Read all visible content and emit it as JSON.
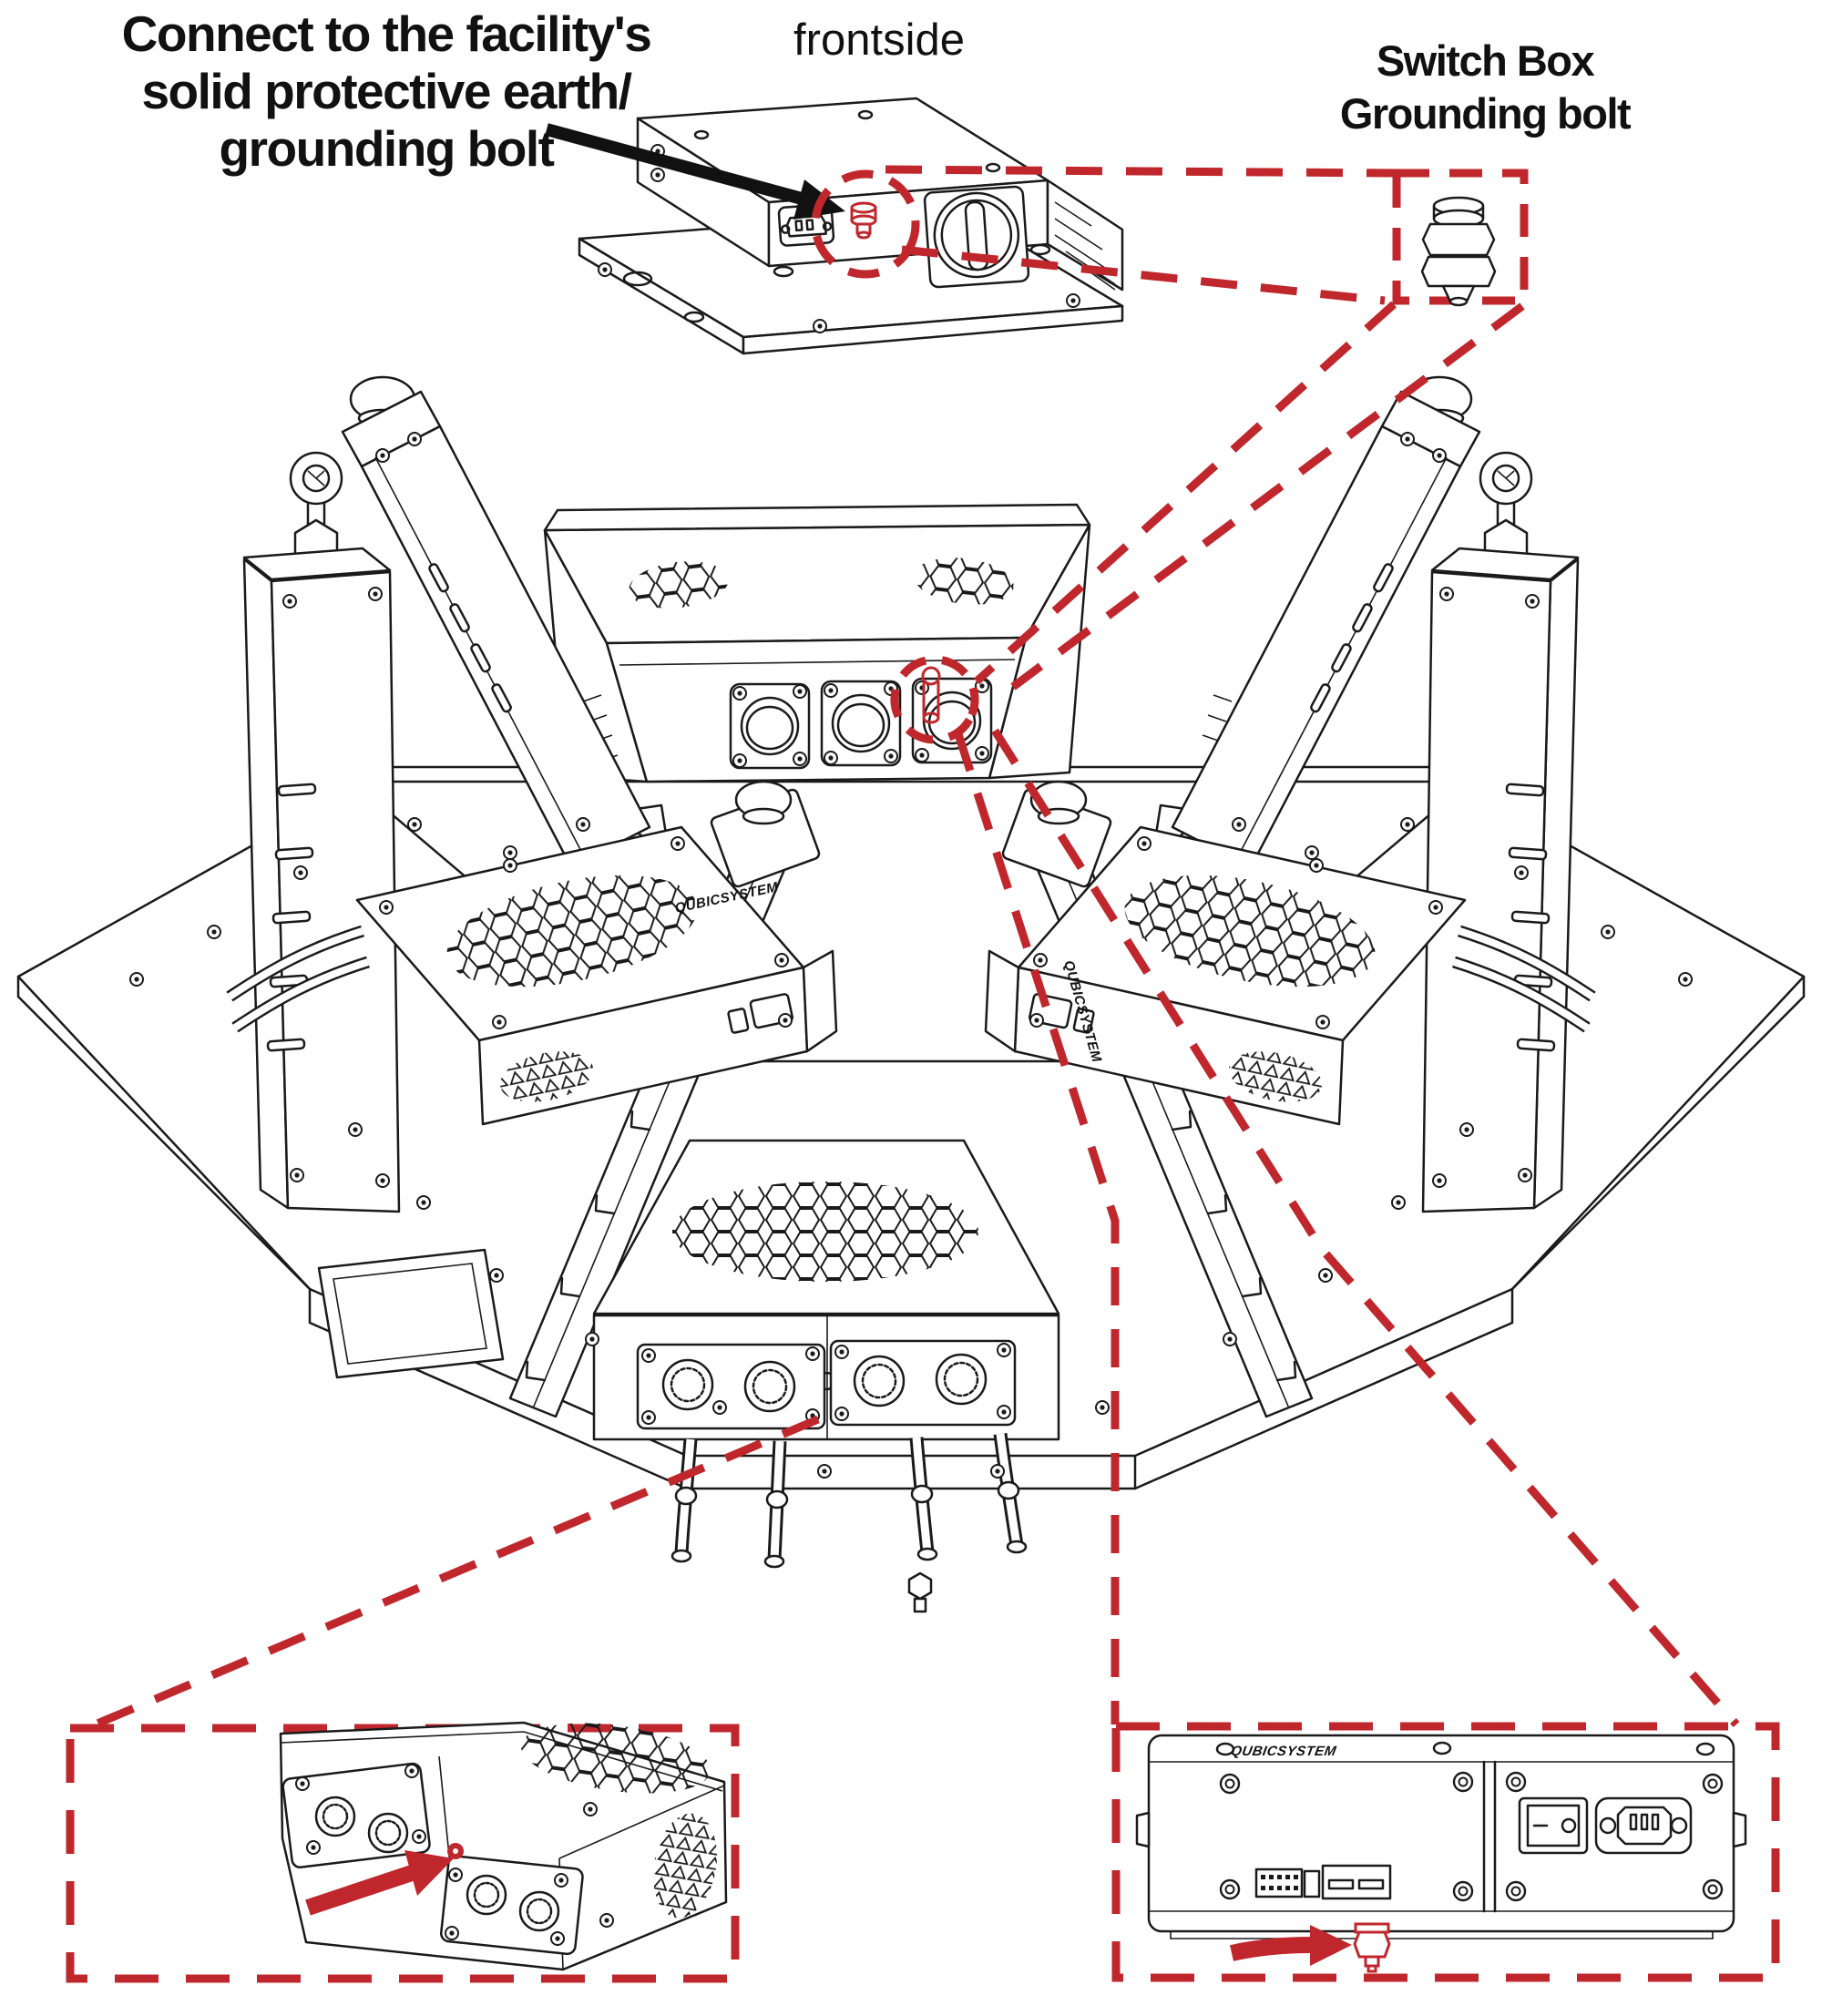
{
  "colors": {
    "background": "#ffffff",
    "ink": "#1a1a1a",
    "annotation_red": "#c0272d"
  },
  "labels": {
    "facility_ground_note": {
      "line1": "Connect  to the facility's",
      "line2": "solid protective earth/",
      "line3": "grounding bolt"
    },
    "frontside_caption": "frontside",
    "switchbox_ground_note": {
      "line1": "Switch Box",
      "line2": "Grounding bolt"
    }
  },
  "branding": {
    "device_logo": "QUBICSYSTEM"
  }
}
